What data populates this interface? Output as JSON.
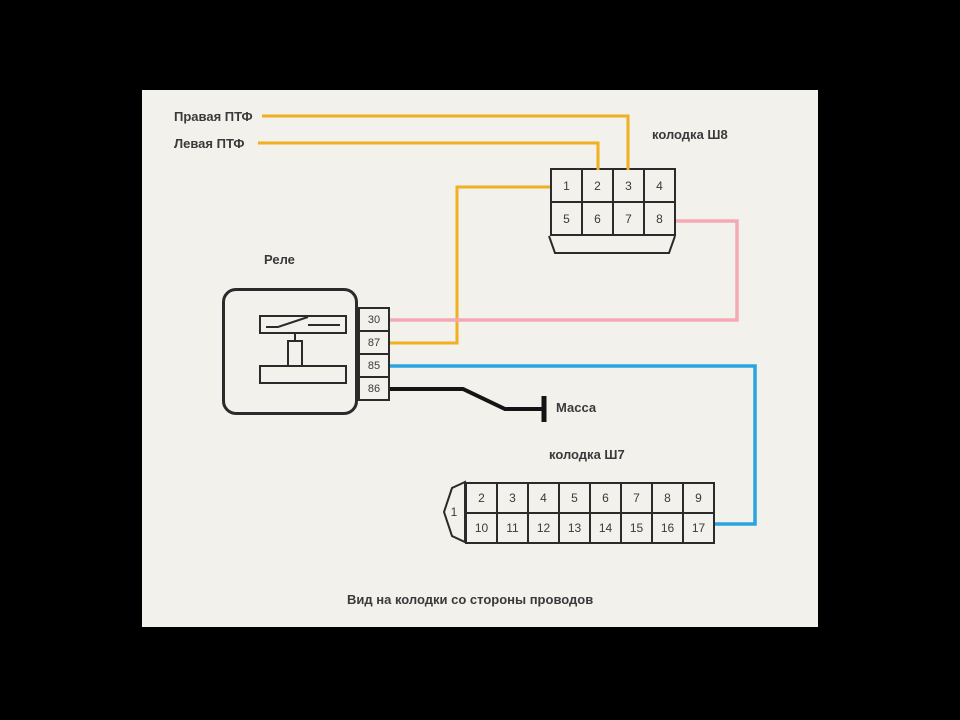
{
  "colors": {
    "background": "#000000",
    "panel": "#f2f1ec",
    "line": "#2b2b2b",
    "text": "#3a3a3a",
    "wire_yellow": "#f0b021",
    "wire_pink": "#f4a9b4",
    "wire_blue": "#2aa4de",
    "wire_black": "#141414"
  },
  "labels": {
    "right_fog": "Правая ПТФ",
    "left_fog": "Левая ПТФ",
    "connector_sh8": "колодка Ш8",
    "relay": "Реле",
    "ground": "Масса",
    "connector_sh7": "колодка Ш7",
    "caption": "Вид на колодки со стороны проводов"
  },
  "relay": {
    "pins": [
      "30",
      "87",
      "85",
      "86"
    ]
  },
  "sh8": {
    "pins_row1": [
      "1",
      "2",
      "3",
      "4"
    ],
    "pins_row2": [
      "5",
      "6",
      "7",
      "8"
    ]
  },
  "sh7": {
    "pin1": "1",
    "pins_row1": [
      "2",
      "3",
      "4",
      "5",
      "6",
      "7",
      "8",
      "9"
    ],
    "pins_row2": [
      "10",
      "11",
      "12",
      "13",
      "14",
      "15",
      "16",
      "17"
    ]
  },
  "connections": [
    {
      "wire": "yellow",
      "from": "Правая ПТФ",
      "to": "Ш8 pin 3"
    },
    {
      "wire": "yellow",
      "from": "Левая ПТФ",
      "to": "Ш8 pin 2"
    },
    {
      "wire": "yellow",
      "from": "Реле pin 87",
      "to": "Ш8 pin 1"
    },
    {
      "wire": "pink",
      "from": "Ш8 pin 8",
      "to": "Реле pin 30"
    },
    {
      "wire": "blue",
      "from": "Реле pin 85",
      "to": "Ш7 pin 17"
    },
    {
      "wire": "black",
      "from": "Реле pin 86",
      "to": "Масса"
    }
  ]
}
